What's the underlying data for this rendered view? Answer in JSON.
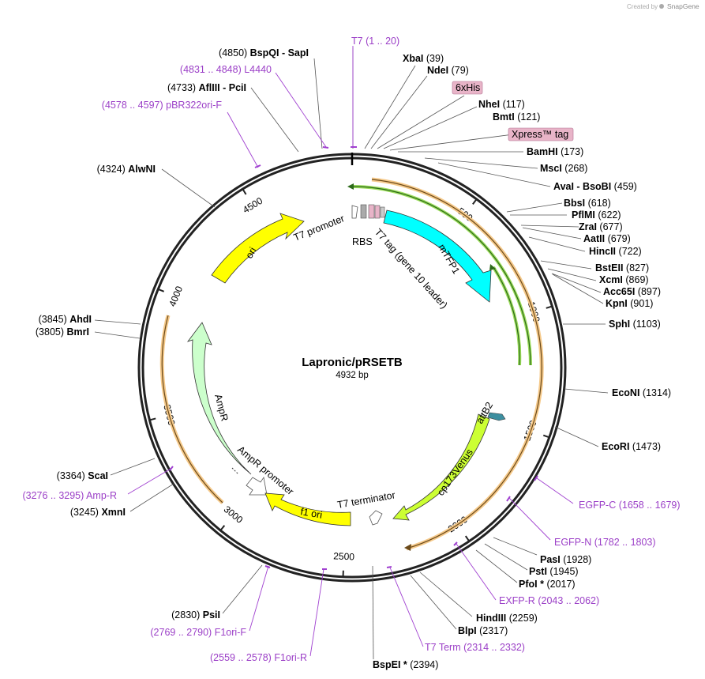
{
  "branding": {
    "created_by": "Created by",
    "brand": "SnapGene"
  },
  "map": {
    "name": "Lapronic/pRSETB",
    "length_label": "4932 bp",
    "total_bp": 4932,
    "ticks": [
      {
        "bp": 500,
        "label": "500"
      },
      {
        "bp": 1000,
        "label": "1000"
      },
      {
        "bp": 1500,
        "label": "1500"
      },
      {
        "bp": 2000,
        "label": "2000"
      },
      {
        "bp": 2500,
        "label": "2500"
      },
      {
        "bp": 3000,
        "label": "3000"
      },
      {
        "bp": 3500,
        "label": "3500"
      },
      {
        "bp": 4000,
        "label": "4000"
      },
      {
        "bp": 4500,
        "label": "4500"
      }
    ],
    "features": [
      {
        "name": "mTFP1",
        "color": "#00ffff"
      },
      {
        "name": "ori",
        "color": "#ffff00"
      },
      {
        "name": "AmpR",
        "color": "#ccffcc"
      },
      {
        "name": "f1 ori",
        "color": "#ffff00"
      },
      {
        "name": "cp173Venus",
        "color": "#ccff33"
      },
      {
        "name": "attB2",
        "color": "#3d8fa0"
      }
    ],
    "feature_labels": {
      "t7_promoter": "T7 promoter",
      "rbs": "RBS",
      "t7_tag": "T7 tag (gene 10 leader)",
      "ampr_promoter": "AmpR promoter",
      "t7_terminator": "T7 terminator"
    },
    "boxed_labels": [
      {
        "name": "6xHis",
        "color": "#e8b4c8"
      },
      {
        "name": "Xpress™ tag",
        "color": "#e8b4c8"
      }
    ],
    "sites": [
      {
        "id": "t7",
        "name": "T7",
        "pos": "(1 .. 20)",
        "primer": true
      },
      {
        "id": "xbai",
        "name": "XbaI",
        "pos": "(39)"
      },
      {
        "id": "ndei",
        "name": "NdeI",
        "pos": "(79)"
      },
      {
        "id": "nhei",
        "name": "NheI",
        "pos": "(117)"
      },
      {
        "id": "bmti",
        "name": "BmtI",
        "pos": "(121)"
      },
      {
        "id": "bamhi",
        "name": "BamHI",
        "pos": "(173)"
      },
      {
        "id": "msci",
        "name": "MscI",
        "pos": "(268)"
      },
      {
        "id": "avai",
        "name": "AvaI - BsoBI",
        "pos": "(459)"
      },
      {
        "id": "bbsi",
        "name": "BbsI",
        "pos": "(618)"
      },
      {
        "id": "pfimi",
        "name": "PflMI",
        "pos": "(622)"
      },
      {
        "id": "zrai",
        "name": "ZraI",
        "pos": "(677)"
      },
      {
        "id": "aatii",
        "name": "AatII",
        "pos": "(679)"
      },
      {
        "id": "hincii",
        "name": "HincII",
        "pos": "(722)"
      },
      {
        "id": "bsteii",
        "name": "BstEII",
        "pos": "(827)"
      },
      {
        "id": "xcmi",
        "name": "XcmI",
        "pos": "(869)"
      },
      {
        "id": "acc65i",
        "name": "Acc65I",
        "pos": "(897)"
      },
      {
        "id": "kpni",
        "name": "KpnI",
        "pos": "(901)"
      },
      {
        "id": "sphi",
        "name": "SphI",
        "pos": "(1103)"
      },
      {
        "id": "econi",
        "name": "EcoNI",
        "pos": "(1314)"
      },
      {
        "id": "ecori",
        "name": "EcoRI",
        "pos": "(1473)"
      },
      {
        "id": "egfpc",
        "name": "EGFP-C",
        "pos": "(1658 .. 1679)",
        "primer": true
      },
      {
        "id": "egfpn",
        "name": "EGFP-N",
        "pos": "(1782 .. 1803)",
        "primer": true
      },
      {
        "id": "pasi",
        "name": "PasI",
        "pos": "(1928)"
      },
      {
        "id": "psti_a",
        "name": "PstI",
        "pos": "(1945)"
      },
      {
        "id": "pfoi",
        "name": "PfoI *",
        "pos": "(2017)"
      },
      {
        "id": "exfpr",
        "name": "EXFP-R",
        "pos": "(2043 .. 2062)",
        "primer": true
      },
      {
        "id": "hindiii",
        "name": "HindIII",
        "pos": "(2259)"
      },
      {
        "id": "blpi",
        "name": "BlpI",
        "pos": "(2317)"
      },
      {
        "id": "t7term",
        "name": "T7 Term",
        "pos": "(2314 .. 2332)",
        "primer": true
      },
      {
        "id": "bspei",
        "name": "BspEI *",
        "pos": "(2394)"
      },
      {
        "id": "f1orir",
        "name": "F1ori-R",
        "pos": "(2559 .. 2578)",
        "primer": true
      },
      {
        "id": "f1orif",
        "name": "F1ori-F",
        "pos": "(2769 .. 2790)",
        "primer": true
      },
      {
        "id": "psti_b",
        "name": "PsiI",
        "pos": "(2830)"
      },
      {
        "id": "xmni",
        "name": "XmnI",
        "pos": "(3245)"
      },
      {
        "id": "ampr_p",
        "name": "Amp-R",
        "pos": "(3276 .. 3295)",
        "primer": true
      },
      {
        "id": "scai",
        "name": "ScaI",
        "pos": "(3364)"
      },
      {
        "id": "bmri",
        "name": "BmrI",
        "pos": "(3805)"
      },
      {
        "id": "ahdi",
        "name": "AhdI",
        "pos": "(3845)"
      },
      {
        "id": "alwni",
        "name": "AlwNI",
        "pos": "(4324)"
      },
      {
        "id": "pbr",
        "name": "pBR322ori-F",
        "pos": "(4578 .. 4597)",
        "primer": true
      },
      {
        "id": "afliii",
        "name": "AflIII - PciI",
        "pos": "(4733)"
      },
      {
        "id": "l4440",
        "name": "L4440",
        "pos": "(4831 .. 4848)",
        "primer": true
      },
      {
        "id": "bspqi",
        "name": "BspQI - SapI",
        "pos": "(4850)"
      }
    ]
  }
}
